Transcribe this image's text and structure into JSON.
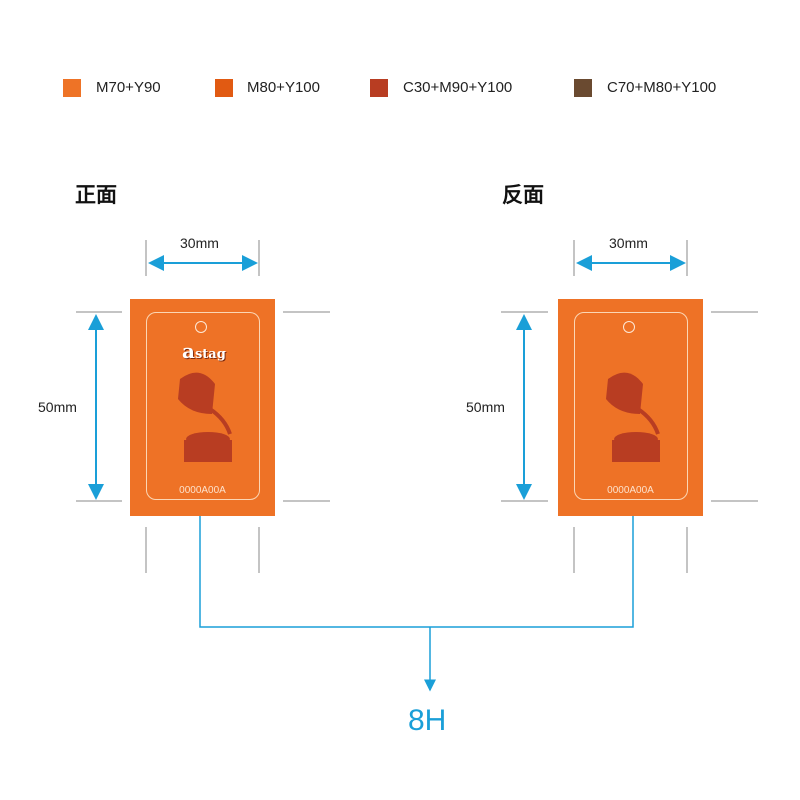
{
  "legend": [
    {
      "label": "M70+Y90",
      "color": "#ee7326"
    },
    {
      "label": "M80+Y100",
      "color": "#e15a12"
    },
    {
      "label": "C30+M90+Y100",
      "color": "#b83d22"
    },
    {
      "label": "C70+M80+Y100",
      "color": "#6a4a30"
    }
  ],
  "front": {
    "title": "正面",
    "width": "30mm",
    "height": "50mm",
    "code": "0000A00A",
    "logo_initial": "a",
    "logo_rest": "stag"
  },
  "back": {
    "title": "反面",
    "width": "30mm",
    "height": "50mm",
    "code": "0000A00A"
  },
  "quantity": "8H",
  "colors": {
    "card": "#ee7226",
    "dimension": "#1a9fd8"
  }
}
